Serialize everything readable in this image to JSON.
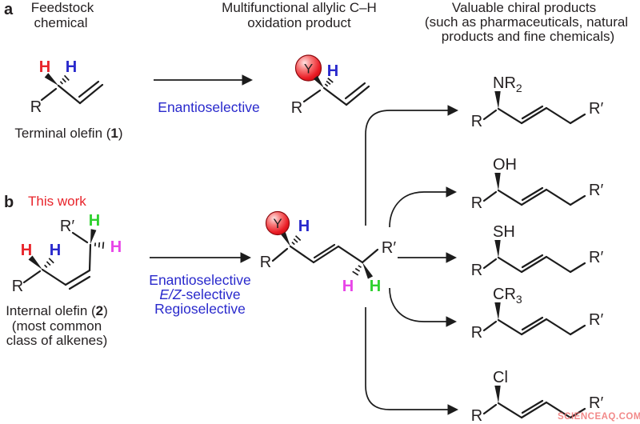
{
  "headers": {
    "feedstock_1": "Feedstock",
    "feedstock_2": "chemical",
    "product_1": "Multifunctional allylic C–H",
    "product_2": "oxidation product",
    "valuable_1": "Valuable chiral products",
    "valuable_2": "(such as pharmaceuticals, natural",
    "valuable_3": "products and fine chemicals)"
  },
  "panel_a": {
    "letter": "a",
    "caption_prefix": "Terminal olefin (",
    "caption_number": "1",
    "caption_suffix": ")",
    "arrow_label": "Enantioselective"
  },
  "panel_b": {
    "letter": "b",
    "tag": "This work",
    "caption1_prefix": "Internal olefin (",
    "caption1_number": "2",
    "caption1_suffix": ")",
    "caption2": "(most common",
    "caption3": "class of alkenes)",
    "arrow_label_1": "Enantioselective",
    "arrow_label_2_italic": "E/Z",
    "arrow_label_2_rest": "-selective",
    "arrow_label_3": "Regioselective"
  },
  "atoms": {
    "h": "H",
    "r": "R",
    "r_prime": "R′",
    "y": "Y"
  },
  "products": [
    {
      "main": "NR",
      "sub": "2"
    },
    {
      "main": "OH",
      "sub": ""
    },
    {
      "main": "SH",
      "sub": ""
    },
    {
      "main": "CR",
      "sub": "3"
    },
    {
      "main": "Cl",
      "sub": ""
    }
  ],
  "watermark": "SCIENCEAQ.COM",
  "colors": {
    "stereo_red": "#e8242b",
    "stereo_blue": "#2929cc",
    "stereo_green": "#2fd12f",
    "stereo_magenta": "#e846e8",
    "text_blue": "#2929cc",
    "tag_red": "#e8242b",
    "ball_fill": "#ea1c25",
    "ball_stroke": "#8e0b10",
    "ink": "#231f20",
    "watermark_pink": "#f07575"
  }
}
